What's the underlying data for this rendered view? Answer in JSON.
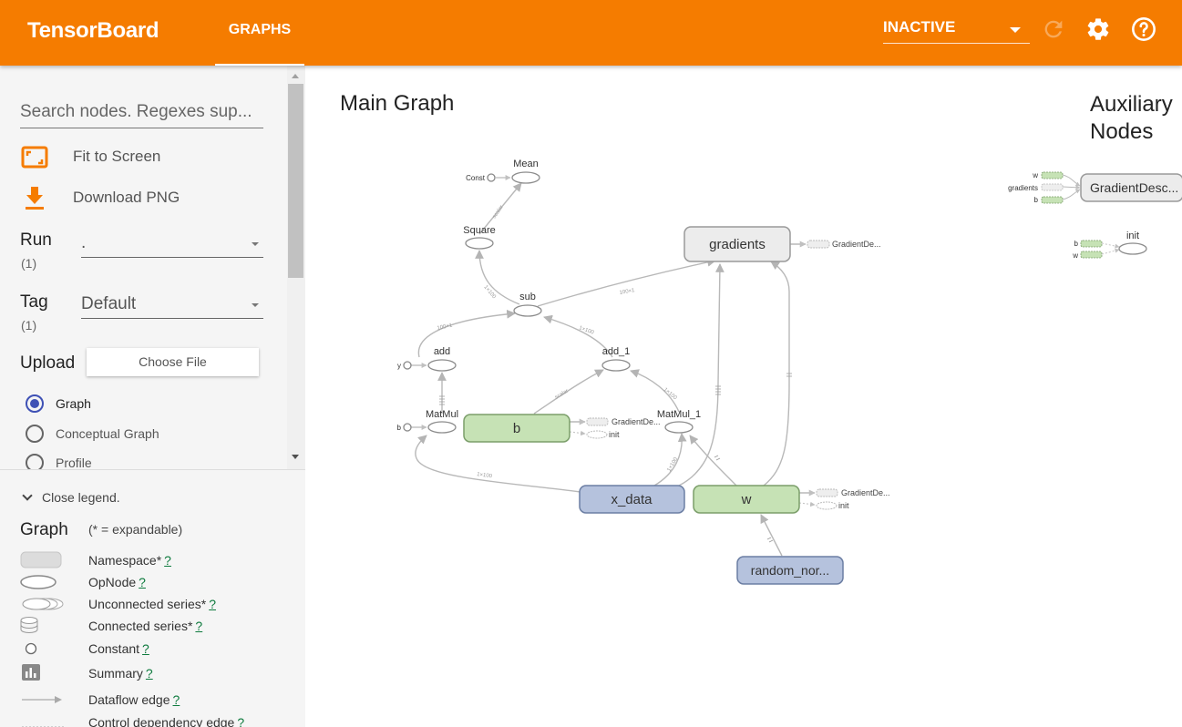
{
  "app": {
    "title": "TensorBoard",
    "tab": "GRAPHS",
    "run_status": "INACTIVE"
  },
  "sidebar": {
    "search_placeholder": "Search nodes. Regexes sup...",
    "fit_label": "Fit to Screen",
    "download_label": "Download PNG",
    "run": {
      "label": "Run",
      "count": "(1)",
      "value": "."
    },
    "tag": {
      "label": "Tag",
      "count": "(1)",
      "value": "Default"
    },
    "upload": {
      "label": "Upload",
      "button": "Choose File"
    },
    "radios": [
      {
        "label": "Graph",
        "checked": true
      },
      {
        "label": "Conceptual Graph",
        "checked": false
      },
      {
        "label": "Profile",
        "checked": false
      }
    ]
  },
  "legend": {
    "toggle": "Close legend.",
    "title": "Graph",
    "note": "(* = expandable)",
    "items": [
      {
        "label": "Namespace*",
        "help": "?"
      },
      {
        "label": "OpNode",
        "help": "?"
      },
      {
        "label": "Unconnected series*",
        "help": "?"
      },
      {
        "label": "Connected series*",
        "help": "?"
      },
      {
        "label": "Constant",
        "help": "?"
      },
      {
        "label": "Summary",
        "help": "?"
      },
      {
        "label": "Dataflow edge",
        "help": "?"
      },
      {
        "label": "Control dependency edge",
        "help": "?"
      }
    ]
  },
  "graph": {
    "main_title": "Main Graph",
    "aux_title_line1": "Auxiliary",
    "aux_title_line2": "Nodes",
    "nodes": {
      "mean": "Mean",
      "const": "Const",
      "square": "Square",
      "sub": "sub",
      "add": "add",
      "add_1": "add_1",
      "y": "y",
      "matmul": "MatMul",
      "matmul_1": "MatMul_1",
      "b_in": "b",
      "gradients": "gradients",
      "b": "b",
      "x_data": "x_data",
      "w": "w",
      "random_normal": "random_nor...",
      "grad_desc_short": "GradientDe...",
      "init": "init"
    },
    "edge_labels": {
      "e100x1": "100×1",
      "e1x100": "1×100",
      "scalar": "scalar"
    },
    "aux": {
      "grad_desc": "GradientDesc...",
      "inputs": [
        "w",
        "gradients",
        "b"
      ],
      "init": "init",
      "init_inputs": [
        "b",
        "w"
      ]
    }
  },
  "colors": {
    "accent": "#f57c00",
    "variable_fill": "#c6e2b5",
    "variable_stroke": "#7b9e6a",
    "data_fill": "#b5c2dd",
    "data_stroke": "#6b7ea3",
    "namespace_fill": "#ececec",
    "namespace_stroke": "#999999"
  }
}
